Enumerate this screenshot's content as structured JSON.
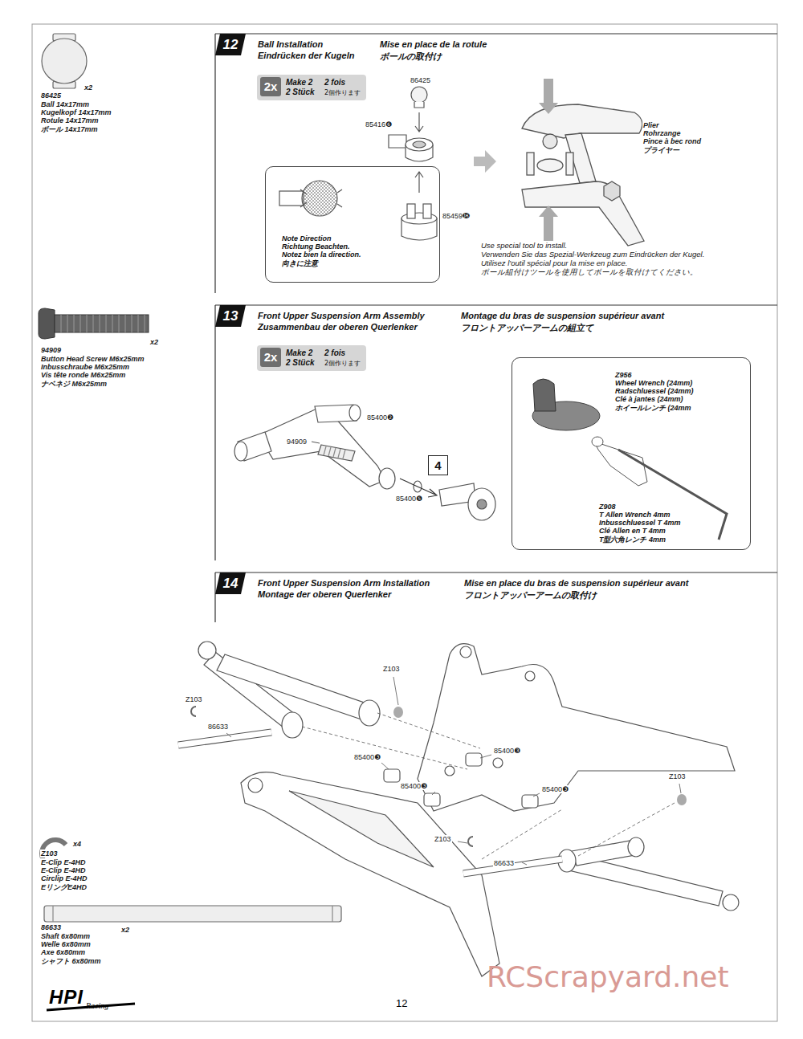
{
  "diagram": {
    "nodes": [
      {
        "text": [
          "12"
        ]
      },
      {
        "text": [
          "2x",
          "Make 2",
          "2 fois",
          "2 Stück",
          "2個作ります"
        ]
      },
      {
        "text": [
          "Note Direction",
          "Richtung Beachten.",
          "Notez bien la direction.",
          "向きに注意"
        ]
      },
      {
        "text": [
          "13"
        ]
      },
      {
        "text": [
          "2x",
          "Make 2",
          "2 fois",
          "2 Stück",
          "2個作ります"
        ]
      },
      {
        "text": [
          "4"
        ]
      },
      {
        "text": [
          "Z956",
          "Wheel Wrench (24mm)",
          "Radschluessel (24mm)",
          "Clé à jantes (24mm)",
          "ホイールレンチ (24mm",
          "Z908",
          "T Allen Wrench 4mm",
          "Inbusschluessel T 4mm",
          "Clé Allen en T 4mm",
          "T型六角レンチ 4mm"
        ]
      },
      {
        "text": [
          "14"
        ]
      }
    ],
    "labels": [
      "x2",
      "86425",
      "Ball 14x17mm",
      "Kugelkopf 14x17mm",
      "Rotule 14x17mm",
      "ボール 14x17mm",
      "x2",
      "94909",
      "Button Head Screw M6x25mm",
      "Inbusschraube M6x25mm",
      "Vis tête ronde M6x25mm",
      "ナベネジ M6x25mm",
      "x4",
      "Z103",
      "E-Clip E-4HD",
      "E-Clip E-4HD",
      "Circlip E-4HD",
      "EリングE4HD",
      "86633",
      "x2",
      "Shaft 6x80mm",
      "Welle 6x80mm",
      "Axe 6x80mm",
      "シャフト 6x80mm",
      "Ball Installation",
      "Eindrücken der Kugeln",
      "Mise en place de la rotule",
      "ボールの取付け",
      "86425",
      "85416❻",
      "85459⓲",
      "Plier",
      "Rohrzange",
      "Pince à bec rond",
      "プライヤー",
      "Use special tool to install.",
      "Verwenden Sie das Spezial-Werkzeug zum Eindrücken der Kugel.",
      "Utilisez l'outil spécial pour la mise en place.",
      "ボール組付けツールを使用してボールを取付けてください。",
      "Front Upper Suspension Arm Assembly",
      "Zusammenbau der oberen Querlenker",
      "Montage du bras de suspension supérieur avant",
      "フロントアッパーアームの組立て",
      "85400❷",
      "94909",
      "85400❺",
      "Front Upper Suspension Arm Installation",
      "Montage der oberen Querlenker",
      "Mise en place du bras de suspension supérieur avant",
      "フロントアッパーアームの取付け",
      "Z103",
      "Z103",
      "86633",
      "85400❸",
      "85400❸",
      "85400❸",
      "85400❸",
      "Z103",
      "Z103",
      "86633",
      "HPI",
      "Racing",
      "12",
      "RCScrapyard.net"
    ]
  }
}
